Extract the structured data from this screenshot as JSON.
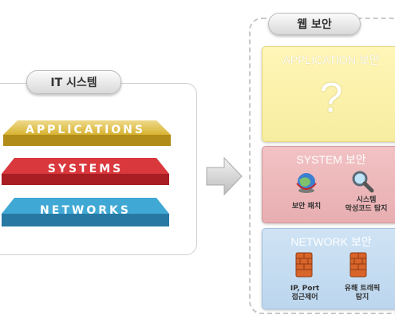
{
  "left_panel": {
    "title": "IT 시스템",
    "layers": [
      {
        "label": "APPLICATIONS",
        "color": "#c9a227"
      },
      {
        "label": "SYSTEMS",
        "color": "#c0282d"
      },
      {
        "label": "NETWORKS",
        "color": "#2d8fbf"
      }
    ]
  },
  "right_panel": {
    "title": "웹 보안",
    "application": {
      "title": "APPLICATION 보안",
      "mark": "?"
    },
    "system": {
      "title": "SYSTEM 보안",
      "items": [
        {
          "label": "보안 패치",
          "icon": "globe-icon"
        },
        {
          "label_line1": "시스템",
          "label_line2": "악성코드 탐지",
          "icon": "magnifier-icon"
        }
      ]
    },
    "network": {
      "title": "NETWORK 보안",
      "items": [
        {
          "label_line1": "IP, Port",
          "label_line2": "접근제어",
          "icon": "firewall-icon"
        },
        {
          "label_line1": "유해 트래픽",
          "label_line2": "탐지",
          "icon": "firewall-icon"
        }
      ]
    }
  }
}
